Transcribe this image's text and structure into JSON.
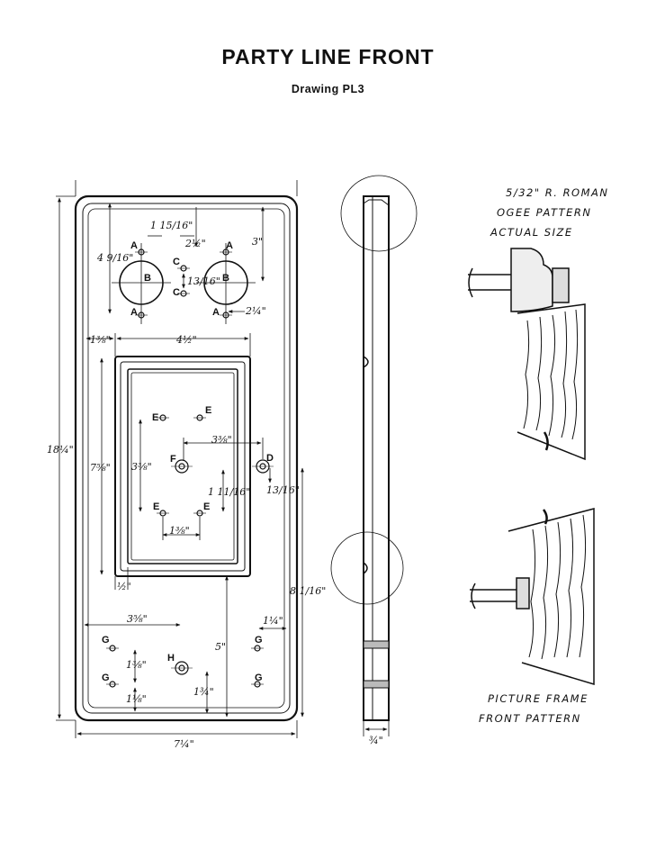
{
  "title": "PARTY LINE FRONT",
  "subtitle": "Drawing PL3",
  "letters": {
    "A": "A",
    "B": "B",
    "C": "C",
    "D": "D",
    "E": "E",
    "F": "F",
    "G": "G",
    "H": "H"
  },
  "dims": {
    "d_1_15_16": "1 15/16\"",
    "d_2_1_2": "2½\"",
    "d_3": "3\"",
    "d_4_9_16": "4 9/16\"",
    "d_13_16": "13/16\"",
    "d_2_1_4": "2¼\"",
    "d_1_3_8": "1⅜\"",
    "d_4_1_2": "4½\"",
    "d_18_1_4": "18¼\"",
    "d_7_5_8": "7⅝\"",
    "d_3_3_8_a": "3⅜\"",
    "d_3_3_8_b": "3⅜\"",
    "d_1_11_16": "1 11/16\"",
    "d_13_16_b": "13/16\"",
    "d_1_3_8_b": "1⅜\"",
    "d_1_2": "½\"",
    "d_8_1_16": "8 1/16\"",
    "d_3_5_8": "3⅝\"",
    "d_1_1_4": "1¼\"",
    "d_1_3_8_c": "1⅜\"",
    "d_5": "5\"",
    "d_1_1_8": "1⅛\"",
    "d_1_3_4": "1¾\"",
    "d_7_1_4": "7¼\"",
    "d_3_4": "¾\""
  },
  "notes": {
    "roman_1": "5/32\" R. ROMAN",
    "roman_2": "OGEE PATTERN",
    "roman_3": "ACTUAL SIZE",
    "frame_1": "PICTURE FRAME",
    "frame_2": "FRONT PATTERN"
  }
}
